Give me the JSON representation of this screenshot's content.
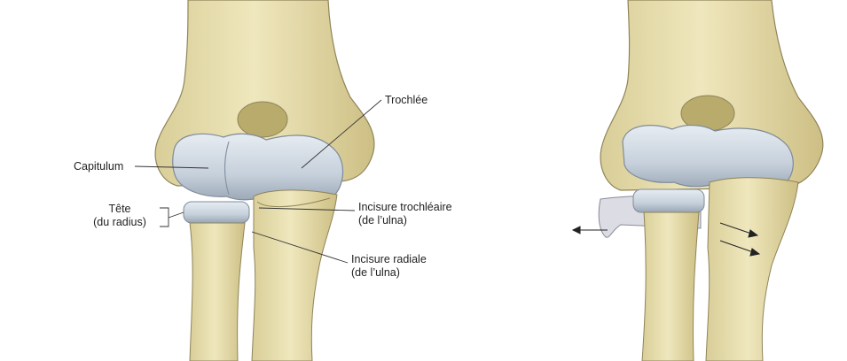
{
  "labels": {
    "trochlea": "Trochlée",
    "capitulum": "Capitulum",
    "radial_head_line1": "Tête",
    "radial_head_line2": "(du radius)",
    "trochlear_notch_line1": "Incisure trochléaire",
    "trochlear_notch_line2": "(de l’ulna)",
    "radial_notch_line1": "Incisure radiale",
    "radial_notch_line2": "(de l’ulna)"
  },
  "colors": {
    "bone": "#e9dfae",
    "bone_shade": "#c9bb7e",
    "bone_outline": "#8f8459",
    "cartilage": "#c9d2dc",
    "cartilage_shade": "#9aa6b4",
    "ligament": "#d8d8e0"
  }
}
